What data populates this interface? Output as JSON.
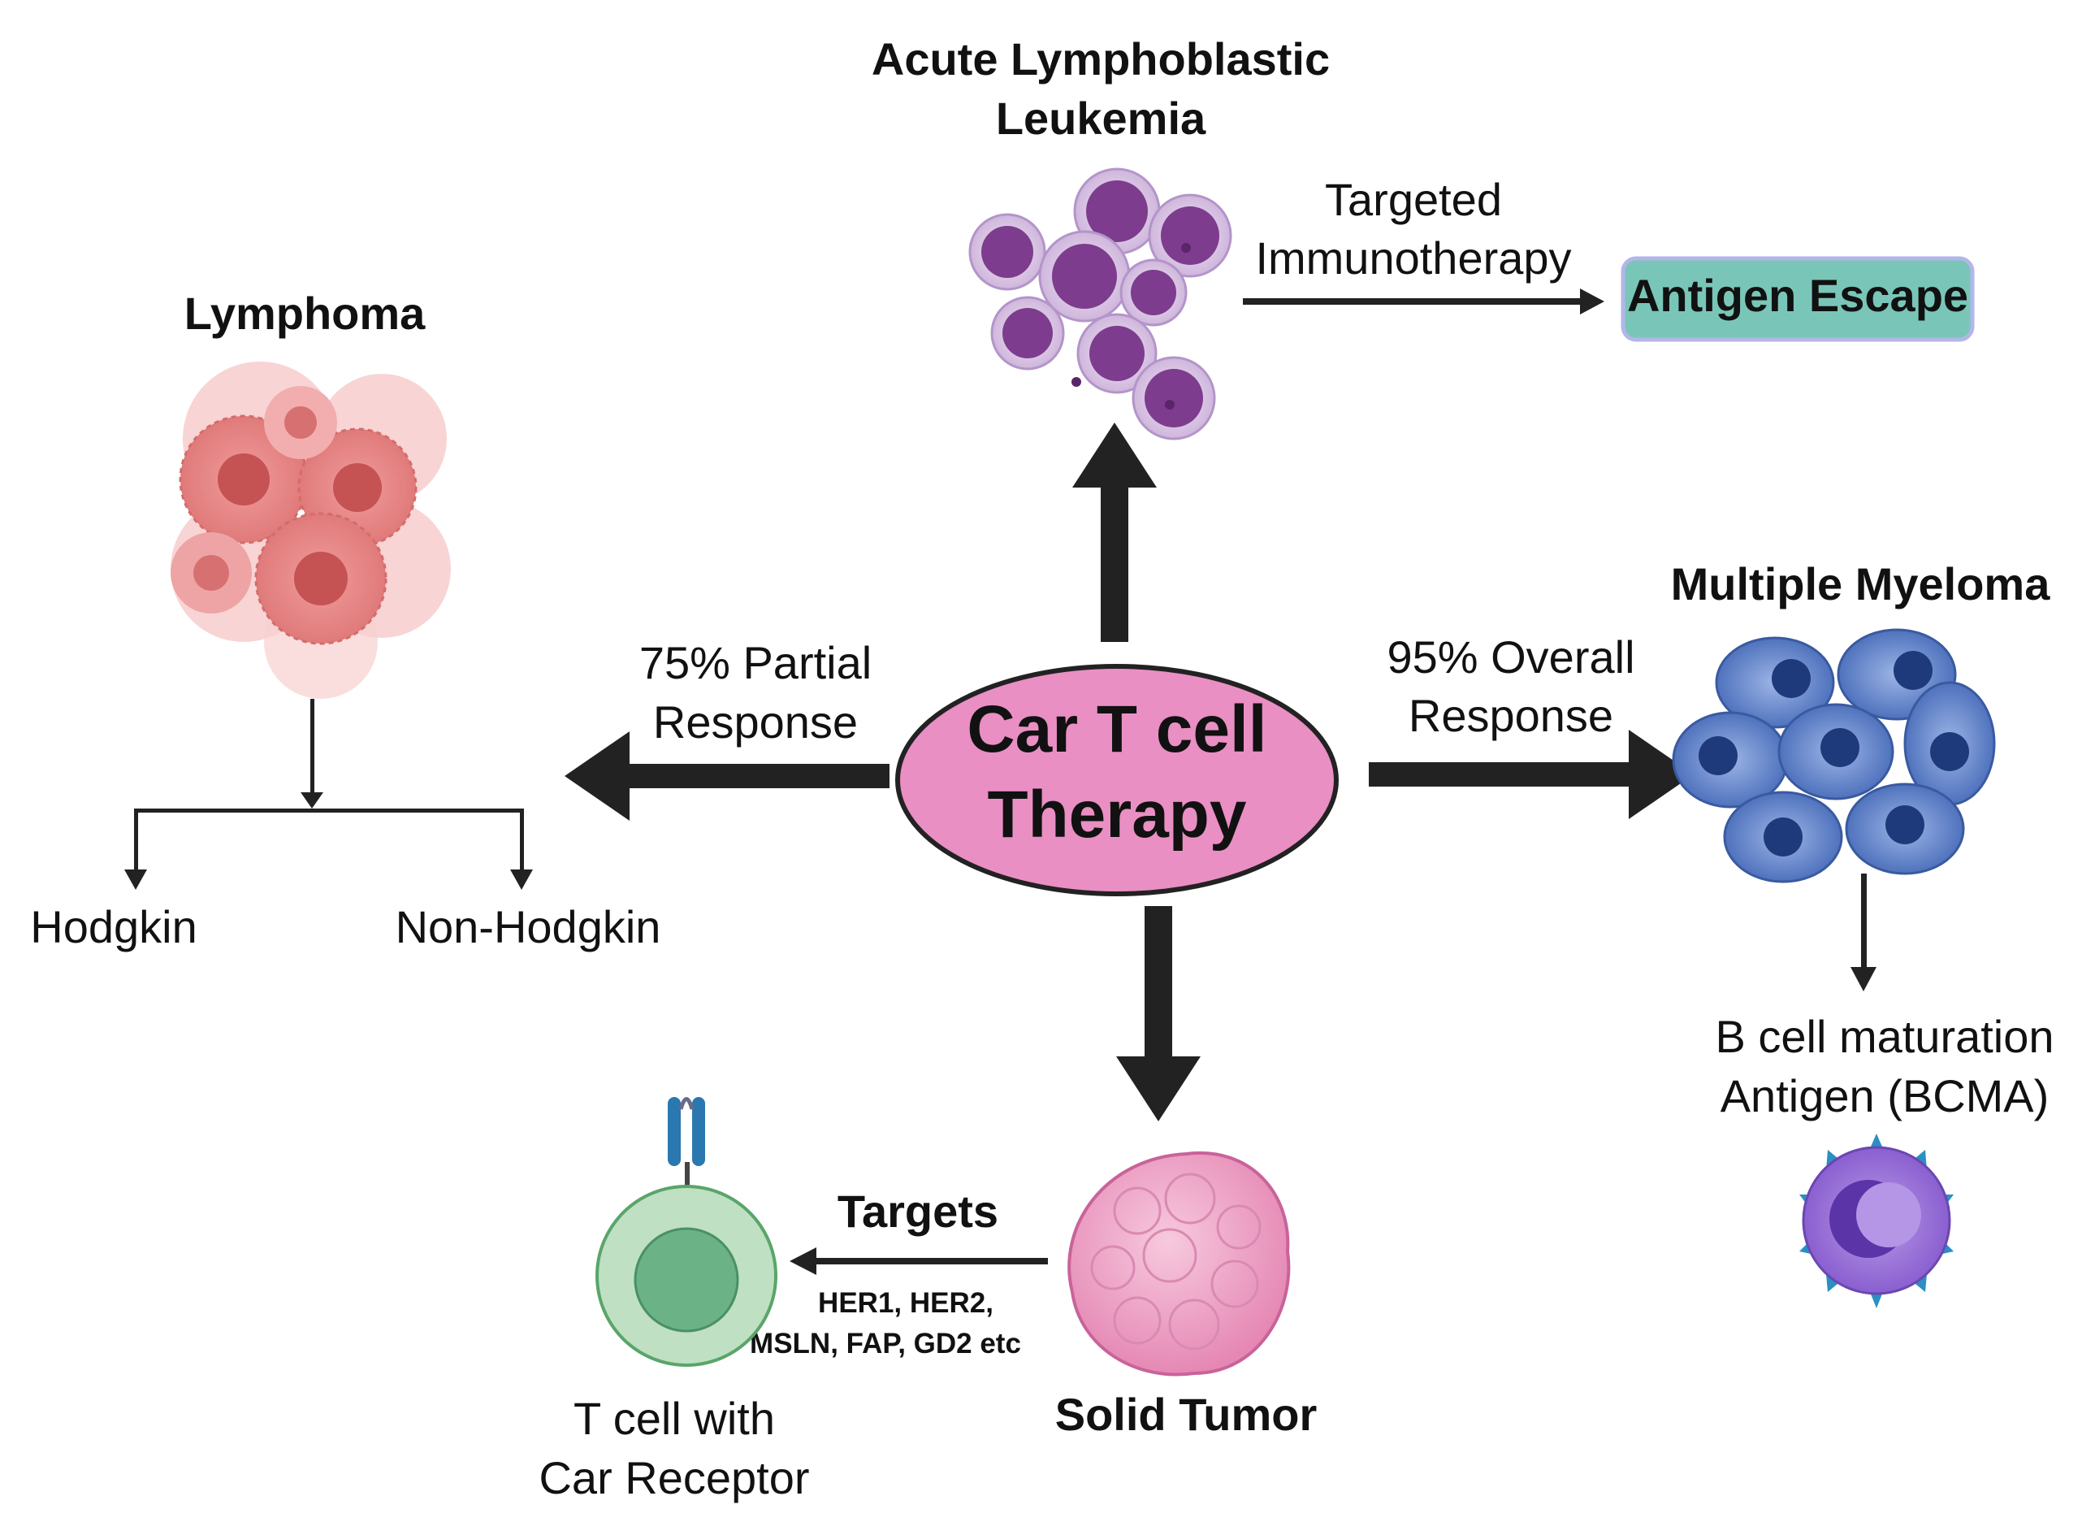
{
  "center": {
    "line1": "Car T cell",
    "line2": "Therapy"
  },
  "leukemia": {
    "title_line1": "Acute Lymphoblastic",
    "title_line2": "Leukemia",
    "arrow_label_line1": "Targeted",
    "arrow_label_line2": "Immunotherapy",
    "outcome": "Antigen Escape"
  },
  "lymphoma": {
    "title": "Lymphoma",
    "response_line1": "75% Partial",
    "response_line2": "Response",
    "branch_left": "Hodgkin",
    "branch_right": "Non-Hodgkin"
  },
  "myeloma": {
    "title": "Multiple Myeloma",
    "response_line1": "95% Overall",
    "response_line2": "Response",
    "target_line1": "B cell maturation",
    "target_line2": "Antigen (BCMA)"
  },
  "solid_tumor": {
    "title": "Solid Tumor",
    "arrow_label": "Targets",
    "targets_line1": "HER1, HER2,",
    "targets_line2": "MSLN, FAP, GD2 etc",
    "tcell_line1": "T cell with",
    "tcell_line2": "Car Receptor"
  },
  "colors": {
    "center_fill": "#e98fc3",
    "antigen_box": "#79c6b8",
    "leukemia_cell": "#7d3c8d",
    "lymphoma_cell": "#e88a8a",
    "myeloma_cell": "#4f72bd",
    "tumor": "#f0a8c8",
    "tcell": "#a9d7ad",
    "bcma_cell": "#9b72d6"
  }
}
